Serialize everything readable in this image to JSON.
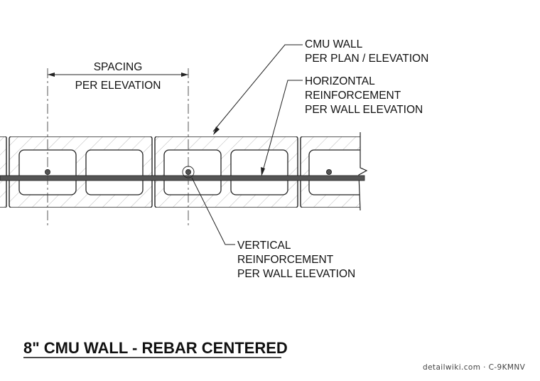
{
  "title": "8\" CMU WALL - REBAR CENTERED",
  "credit": "detailwiki.com · C-9KMNV",
  "dimension": {
    "line1": "SPACING",
    "line2": "PER ELEVATION"
  },
  "callouts": {
    "cmu_wall": {
      "line1": "CMU WALL",
      "line2": "PER PLAN / ELEVATION"
    },
    "horizontal_reinforcement": {
      "line1": "HORIZONTAL",
      "line2": "REINFORCEMENT",
      "line3": "PER WALL ELEVATION"
    },
    "vertical_reinforcement": {
      "line1": "VERTICAL",
      "line2": "REINFORCEMENT",
      "line3": "PER WALL ELEVATION"
    }
  },
  "colors": {
    "linework": "#222222",
    "hatch": "#8a8a8a",
    "rebar": "#555555",
    "background": "#ffffff"
  }
}
